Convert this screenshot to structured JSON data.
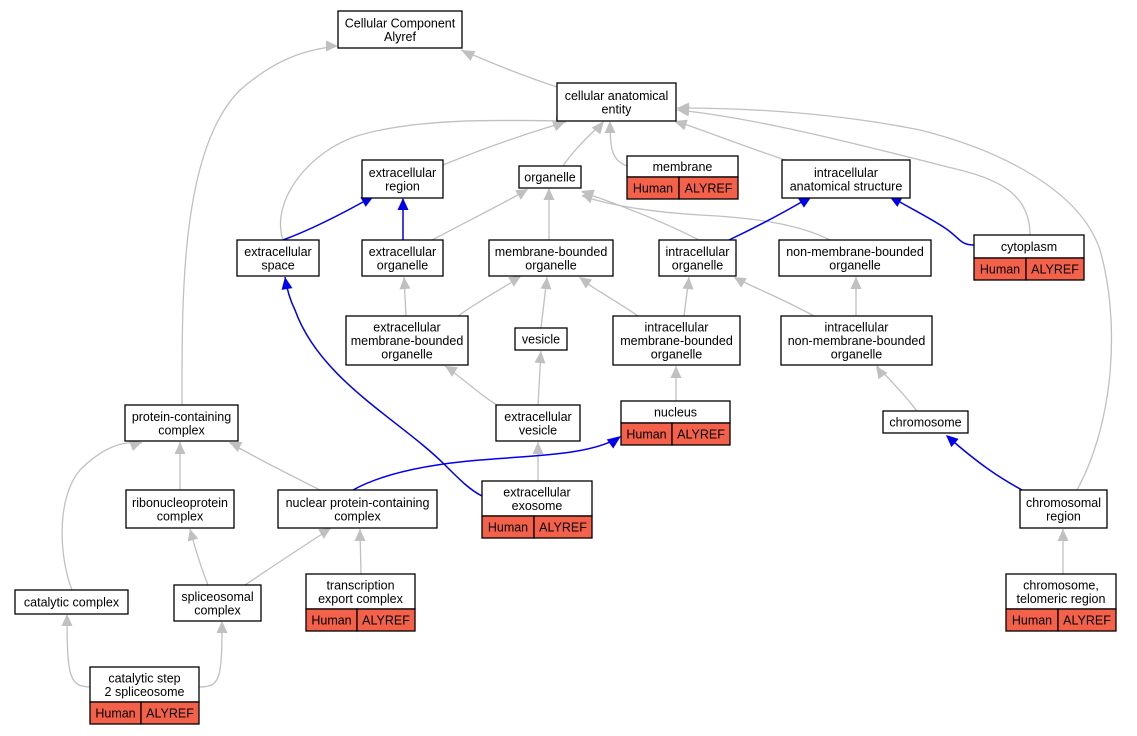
{
  "nodes": {
    "root": [
      "Cellular Component",
      "Alyref"
    ],
    "cae": [
      "cellular anatomical",
      "entity"
    ],
    "extracellular_region": [
      "extracellular",
      "region"
    ],
    "organelle": [
      "organelle"
    ],
    "membrane": [
      "membrane"
    ],
    "intracellular_anatomical_structure": [
      "intracellular",
      "anatomical structure"
    ],
    "extracellular_space": [
      "extracellular",
      "space"
    ],
    "extracellular_organelle": [
      "extracellular",
      "organelle"
    ],
    "membrane_bounded_organelle": [
      "membrane-bounded",
      "organelle"
    ],
    "intracellular_organelle": [
      "intracellular",
      "organelle"
    ],
    "non_membrane_bounded_organelle": [
      "non-membrane-bounded",
      "organelle"
    ],
    "cytoplasm": [
      "cytoplasm"
    ],
    "extracellular_membrane_bounded_organelle": [
      "extracellular",
      "membrane-bounded",
      "organelle"
    ],
    "vesicle": [
      "vesicle"
    ],
    "intracellular_membrane_bounded_organelle": [
      "intracellular",
      "membrane-bounded",
      "organelle"
    ],
    "intracellular_non_membrane_bounded_organelle": [
      "intracellular",
      "non-membrane-bounded",
      "organelle"
    ],
    "protein_containing_complex": [
      "protein-containing",
      "complex"
    ],
    "extracellular_vesicle": [
      "extracellular",
      "vesicle"
    ],
    "nucleus": [
      "nucleus"
    ],
    "chromosome": [
      "chromosome"
    ],
    "ribonucleoprotein_complex": [
      "ribonucleoprotein",
      "complex"
    ],
    "nuclear_protein_containing_complex": [
      "nuclear protein-containing",
      "complex"
    ],
    "extracellular_exosome": [
      "extracellular",
      "exosome"
    ],
    "chromosomal_region": [
      "chromosomal",
      "region"
    ],
    "catalytic_complex": [
      "catalytic complex"
    ],
    "spliceosomal_complex": [
      "spliceosomal",
      "complex"
    ],
    "transcription_export_complex": [
      "transcription",
      "export complex"
    ],
    "telomeric_region": [
      "chromosome,",
      "telomeric region"
    ],
    "catalytic_step_2_spliceosome": [
      "catalytic step",
      "2 spliceosome"
    ]
  },
  "annotation": {
    "species": "Human",
    "gene": "ALYREF"
  },
  "annotated_nodes": [
    "membrane",
    "cytoplasm",
    "nucleus",
    "extracellular_exosome",
    "transcription_export_complex",
    "telomeric_region",
    "catalytic_step_2_spliceosome"
  ],
  "colors": {
    "annotation_fill": "#f4614a",
    "edge_gray": "#c0c0c0",
    "edge_blue": "#0000ee"
  }
}
